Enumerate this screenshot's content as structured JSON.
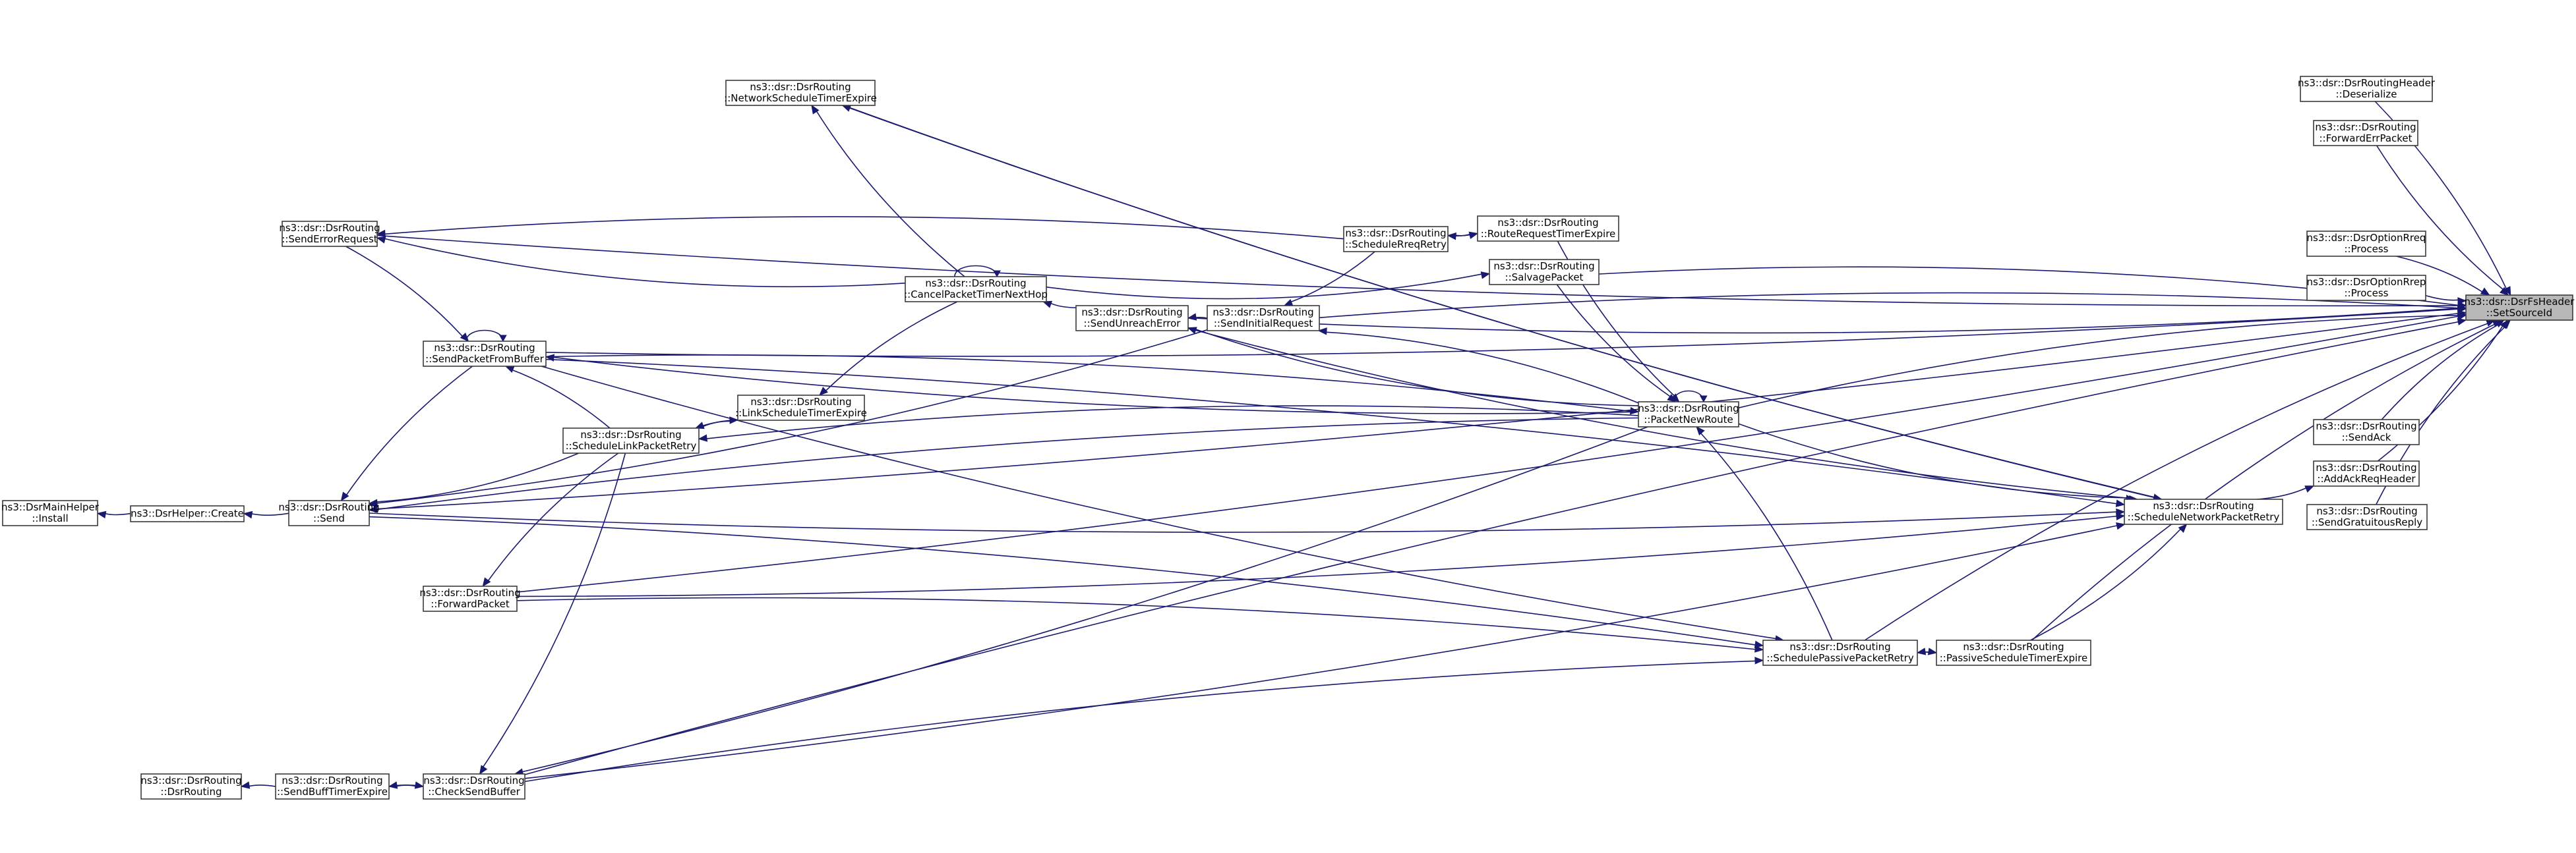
{
  "diagram": {
    "type": "call-graph",
    "edge_color": "#191970",
    "root_fill": "#b8b8b8",
    "nodes": [
      {
        "id": "root",
        "lines": [
          "ns3::dsr::DsrFsHeader",
          "::SetSourceId"
        ],
        "root": true
      },
      {
        "id": "hdr_deser",
        "lines": [
          "ns3::dsr::DsrRoutingHeader",
          "::Deserialize"
        ]
      },
      {
        "id": "fwd_err",
        "lines": [
          "ns3::dsr::DsrRouting",
          "::ForwardErrPacket"
        ]
      },
      {
        "id": "opt_rreq",
        "lines": [
          "ns3::dsr::DsrOptionRreq",
          "::Process"
        ]
      },
      {
        "id": "opt_rrep",
        "lines": [
          "ns3::dsr::DsrOptionRrep",
          "::Process"
        ]
      },
      {
        "id": "send_ack",
        "lines": [
          "ns3::dsr::DsrRouting",
          "::SendAck"
        ]
      },
      {
        "id": "add_ack",
        "lines": [
          "ns3::dsr::DsrRouting",
          "::AddAckReqHeader"
        ]
      },
      {
        "id": "send_grat",
        "lines": [
          "ns3::dsr::DsrRouting",
          "::SendGratuitousReply"
        ]
      },
      {
        "id": "sched_net",
        "lines": [
          "ns3::dsr::DsrRouting",
          "::ScheduleNetworkPacketRetry"
        ]
      },
      {
        "id": "pass_expire",
        "lines": [
          "ns3::dsr::DsrRouting",
          "::PassiveScheduleTimerExpire"
        ]
      },
      {
        "id": "sched_pass",
        "lines": [
          "ns3::dsr::DsrRouting",
          "::SchedulePassivePacketRetry"
        ]
      },
      {
        "id": "pkt_new_route",
        "lines": [
          "ns3::dsr::DsrRouting",
          "::PacketNewRoute"
        ]
      },
      {
        "id": "rreq_expire",
        "lines": [
          "ns3::dsr::DsrRouting",
          "::RouteRequestTimerExpire"
        ]
      },
      {
        "id": "salvage",
        "lines": [
          "ns3::dsr::DsrRouting",
          "::SalvagePacket"
        ]
      },
      {
        "id": "sched_rreq",
        "lines": [
          "ns3::dsr::DsrRouting",
          "::ScheduleRreqRetry"
        ]
      },
      {
        "id": "send_init",
        "lines": [
          "ns3::dsr::DsrRouting",
          "::SendInitialRequest"
        ]
      },
      {
        "id": "send_unreach",
        "lines": [
          "ns3::dsr::DsrRouting",
          "::SendUnreachError"
        ]
      },
      {
        "id": "cancel",
        "lines": [
          "ns3::dsr::DsrRouting",
          "::CancelPacketTimerNextHop"
        ]
      },
      {
        "id": "net_expire",
        "lines": [
          "ns3::dsr::DsrRouting",
          "::NetworkScheduleTimerExpire"
        ]
      },
      {
        "id": "link_expire",
        "lines": [
          "ns3::dsr::DsrRouting",
          "::LinkScheduleTimerExpire"
        ]
      },
      {
        "id": "sched_link",
        "lines": [
          "ns3::dsr::DsrRouting",
          "::ScheduleLinkPacketRetry"
        ]
      },
      {
        "id": "send_err_req",
        "lines": [
          "ns3::dsr::DsrRouting",
          "::SendErrorRequest"
        ]
      },
      {
        "id": "send_from_buf",
        "lines": [
          "ns3::dsr::DsrRouting",
          "::SendPacketFromBuffer"
        ]
      },
      {
        "id": "send",
        "lines": [
          "ns3::dsr::DsrRouting",
          "::Send"
        ]
      },
      {
        "id": "fwd_pkt",
        "lines": [
          "ns3::dsr::DsrRouting",
          "::ForwardPacket"
        ]
      },
      {
        "id": "check_buf",
        "lines": [
          "ns3::dsr::DsrRouting",
          "::CheckSendBuffer"
        ]
      },
      {
        "id": "buff_expire",
        "lines": [
          "ns3::dsr::DsrRouting",
          "::SendBuffTimerExpire"
        ]
      },
      {
        "id": "ctor",
        "lines": [
          "ns3::dsr::DsrRouting",
          "::DsrRouting"
        ]
      },
      {
        "id": "helper_create",
        "lines": [
          "ns3::DsrHelper::Create"
        ]
      },
      {
        "id": "main_install",
        "lines": [
          "ns3::DsrMainHelper",
          "::Install"
        ]
      }
    ],
    "edges": [
      {
        "from": "hdr_deser",
        "to": "root"
      },
      {
        "from": "fwd_err",
        "to": "root"
      },
      {
        "from": "opt_rreq",
        "to": "root"
      },
      {
        "from": "opt_rrep",
        "to": "root"
      },
      {
        "from": "send_ack",
        "to": "root"
      },
      {
        "from": "add_ack",
        "to": "root"
      },
      {
        "from": "send_grat",
        "to": "root"
      },
      {
        "from": "sched_net",
        "to": "add_ack"
      },
      {
        "from": "pass_expire",
        "to": "root"
      },
      {
        "from": "pass_expire",
        "to": "sched_net"
      },
      {
        "from": "sched_pass",
        "to": "pass_expire"
      },
      {
        "from": "pass_expire",
        "to": "sched_pass"
      },
      {
        "from": "sched_pass",
        "to": "root"
      },
      {
        "from": "sched_pass",
        "to": "pkt_new_route"
      },
      {
        "from": "pkt_new_route",
        "to": "root"
      },
      {
        "from": "pkt_new_route",
        "to": "sched_net"
      },
      {
        "from": "pkt_new_route",
        "to": "pkt_new_route"
      },
      {
        "from": "pkt_new_route",
        "to": "send_init"
      },
      {
        "from": "pkt_new_route",
        "to": "send_unreach"
      },
      {
        "from": "pkt_new_route",
        "to": "sched_link"
      },
      {
        "from": "pkt_new_route",
        "to": "send_from_buf"
      },
      {
        "from": "pkt_new_route",
        "to": "send"
      },
      {
        "from": "pkt_new_route",
        "to": "check_buf"
      },
      {
        "from": "rreq_expire",
        "to": "pkt_new_route"
      },
      {
        "from": "rreq_expire",
        "to": "sched_rreq"
      },
      {
        "from": "sched_rreq",
        "to": "rreq_expire"
      },
      {
        "from": "salvage",
        "to": "root"
      },
      {
        "from": "salvage",
        "to": "pkt_new_route"
      },
      {
        "from": "sched_rreq",
        "to": "send_init"
      },
      {
        "from": "sched_rreq",
        "to": "send_err_req"
      },
      {
        "from": "send_init",
        "to": "root"
      },
      {
        "from": "send_init",
        "to": "send_unreach"
      },
      {
        "from": "send_init",
        "to": "send"
      },
      {
        "from": "send_unreach",
        "to": "root"
      },
      {
        "from": "send_unreach",
        "to": "cancel"
      },
      {
        "from": "send_unreach",
        "to": "sched_net"
      },
      {
        "from": "cancel",
        "to": "cancel"
      },
      {
        "from": "cancel",
        "to": "salvage"
      },
      {
        "from": "cancel",
        "to": "net_expire"
      },
      {
        "from": "cancel",
        "to": "link_expire"
      },
      {
        "from": "cancel",
        "to": "send_err_req"
      },
      {
        "from": "net_expire",
        "to": "sched_net"
      },
      {
        "from": "sched_net",
        "to": "net_expire"
      },
      {
        "from": "link_expire",
        "to": "sched_link"
      },
      {
        "from": "sched_link",
        "to": "link_expire"
      },
      {
        "from": "sched_link",
        "to": "send_from_buf"
      },
      {
        "from": "sched_link",
        "to": "send"
      },
      {
        "from": "sched_link",
        "to": "fwd_pkt"
      },
      {
        "from": "sched_link",
        "to": "check_buf"
      },
      {
        "from": "send_err_req",
        "to": "root"
      },
      {
        "from": "send_err_req",
        "to": "send_from_buf"
      },
      {
        "from": "send_from_buf",
        "to": "root"
      },
      {
        "from": "send_from_buf",
        "to": "send_from_buf"
      },
      {
        "from": "send_from_buf",
        "to": "send"
      },
      {
        "from": "send_from_buf",
        "to": "sched_net"
      },
      {
        "from": "send_from_buf",
        "to": "sched_pass"
      },
      {
        "from": "send_from_buf",
        "to": "pkt_new_route"
      },
      {
        "from": "send",
        "to": "root"
      },
      {
        "from": "send",
        "to": "helper_create"
      },
      {
        "from": "send",
        "to": "sched_net"
      },
      {
        "from": "send",
        "to": "sched_pass"
      },
      {
        "from": "fwd_pkt",
        "to": "sched_net"
      },
      {
        "from": "fwd_pkt",
        "to": "sched_pass"
      },
      {
        "from": "fwd_pkt",
        "to": "root"
      },
      {
        "from": "check_buf",
        "to": "root"
      },
      {
        "from": "check_buf",
        "to": "sched_net"
      },
      {
        "from": "check_buf",
        "to": "sched_pass"
      },
      {
        "from": "check_buf",
        "to": "buff_expire"
      },
      {
        "from": "buff_expire",
        "to": "check_buf"
      },
      {
        "from": "buff_expire",
        "to": "ctor"
      },
      {
        "from": "helper_create",
        "to": "main_install"
      }
    ]
  }
}
